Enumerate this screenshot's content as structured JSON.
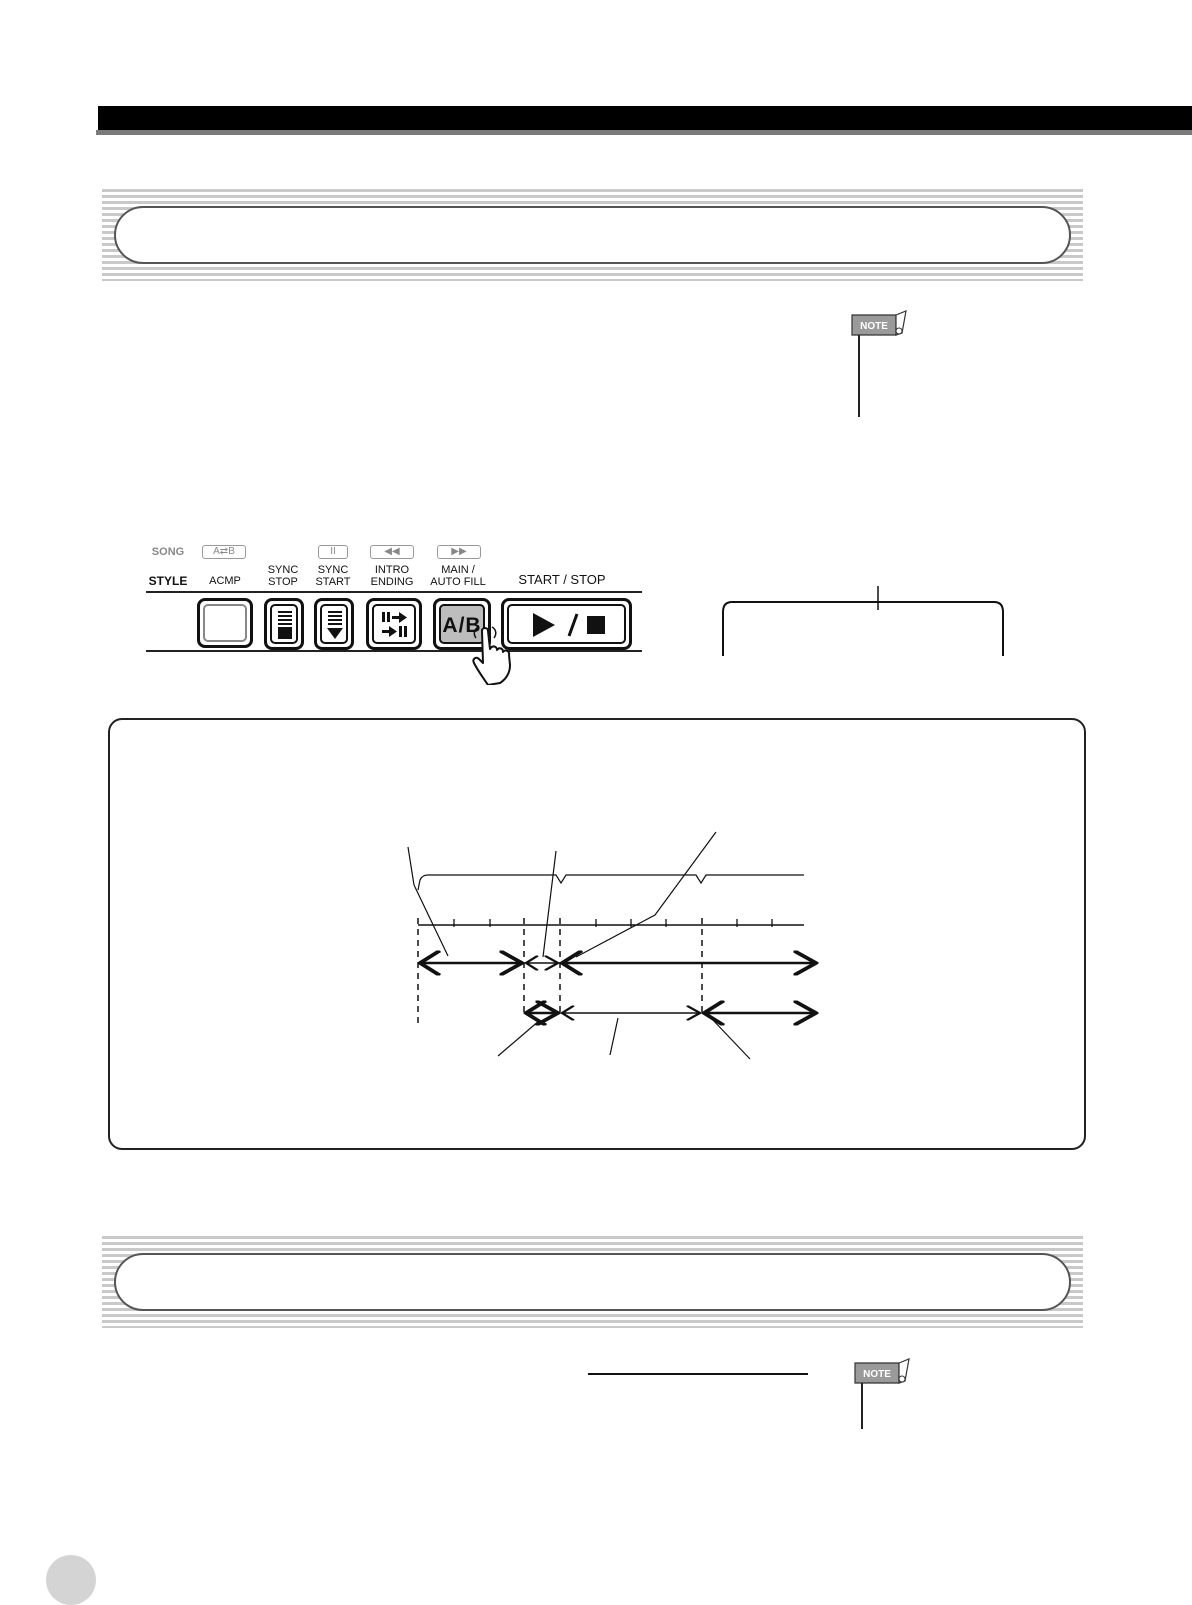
{
  "panel": {
    "song_label": "SONG",
    "style_label": "STYLE",
    "ab_chip": "A⇄B",
    "acmp_label": "ACMP",
    "sync_stop_label_1": "SYNC",
    "sync_stop_label_2": "STOP",
    "sync_start_label_1": "SYNC",
    "sync_start_label_2": "START",
    "intro_label_1": "INTRO",
    "intro_label_2": "ENDING",
    "main_label_1": "MAIN /",
    "main_label_2": "AUTO FILL",
    "start_stop_label": "START / STOP",
    "ab_button_text": "A/B",
    "pause_chip": "II",
    "rewind_chip": "◀◀",
    "forward_chip": "▶▶",
    "play_stop_text": "▶ / ■"
  },
  "notes": [
    {
      "label": "NOTE"
    },
    {
      "label": "NOTE"
    }
  ],
  "colors": {
    "header_bar": "#000000",
    "banner_stripe": "#c9c9c9",
    "ab_button_fill": "#bdbdbd",
    "page_number_circle": "#d4d4d4"
  },
  "icons": [
    "note-icon",
    "hand-pointer-icon",
    "play-icon",
    "stop-icon",
    "pause-icon",
    "rewind-icon",
    "fast-forward-icon"
  ]
}
